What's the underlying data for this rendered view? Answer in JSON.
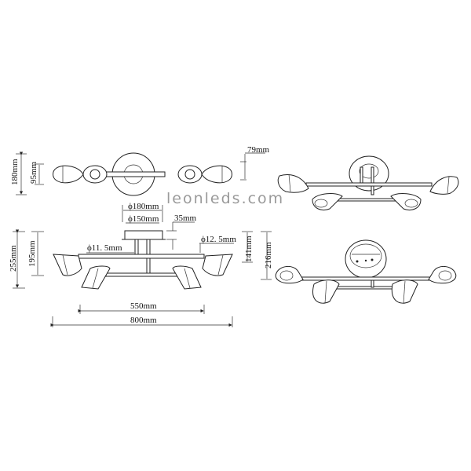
{
  "watermark": "leonleds.com",
  "views": {
    "top_view": {
      "dimensions": {
        "overall_height": "180mm",
        "inner_height": "95mm"
      }
    },
    "front_view": {
      "dimensions": {
        "canopy_outer_diameter": "ϕ180mm",
        "canopy_inner_diameter": "ϕ150mm",
        "canopy_height": "35mm",
        "rod_diameter_left": "ϕ11. 5mm",
        "rod_diameter_right": "ϕ12. 5mm",
        "overall_height": "255mm",
        "body_height": "195mm",
        "inner_width": "550mm",
        "overall_width": "800mm"
      }
    },
    "perspective_upper": {
      "dimensions": {
        "depth": "79mm"
      }
    },
    "perspective_lower": {
      "dimensions": {
        "inner_height": "141mm",
        "overall_height": "216mm"
      }
    }
  }
}
